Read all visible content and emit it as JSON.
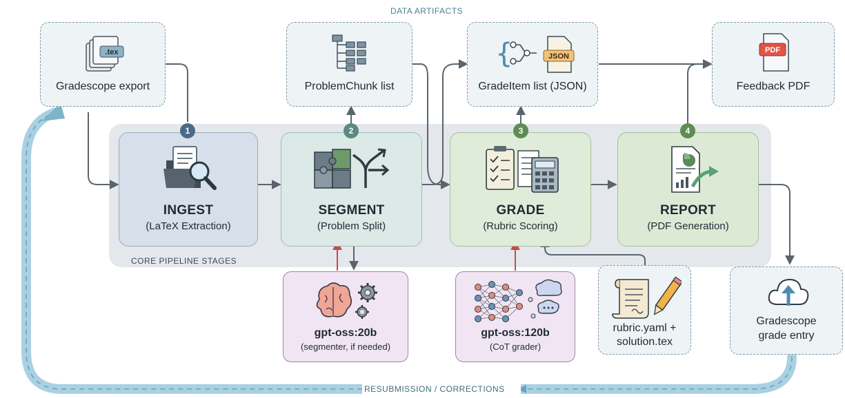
{
  "labels": {
    "data_artifacts": "DATA ARTIFACTS",
    "core_pipeline": "CORE PIPELINE STAGES",
    "resubmission": "RESUBMISSION / CORRECTIONS"
  },
  "artifacts": {
    "gradescope_export": {
      "label": "Gradescope export",
      "file_tag": ".tex"
    },
    "problemchunk_list": {
      "label": "ProblemChunk list"
    },
    "gradeitem_list": {
      "label": "GradeItem list (JSON)",
      "file_tag": "JSON"
    },
    "feedback_pdf": {
      "label": "Feedback PDF",
      "file_tag": "PDF"
    },
    "rubric": {
      "line1": "rubric.yaml +",
      "line2": "solution.tex"
    },
    "gradescope_entry": {
      "line1": "Gradescope",
      "line2": "grade entry"
    }
  },
  "stages": [
    {
      "num": "1",
      "title": "INGEST",
      "subtitle": "(LaTeX Extraction)"
    },
    {
      "num": "2",
      "title": "SEGMENT",
      "subtitle": "(Problem Split)"
    },
    {
      "num": "3",
      "title": "GRADE",
      "subtitle": "(Rubric Scoring)"
    },
    {
      "num": "4",
      "title": "REPORT",
      "subtitle": "(PDF Generation)"
    }
  ],
  "models": {
    "segmenter": {
      "name": "gpt-oss:20b",
      "role": "(segmenter, if needed)"
    },
    "grader": {
      "name": "gpt-oss:120b",
      "role": "(CoT grader)"
    }
  },
  "colors": {
    "ingest": "#d6dfea",
    "segment": "#dbe9e7",
    "grade": "#e0ecda",
    "report": "#dcead5",
    "model": "#f1e5f3",
    "artifact": "#eef3f5",
    "loop": "#a9d1e1",
    "red_arrow": "#c84a4a"
  }
}
